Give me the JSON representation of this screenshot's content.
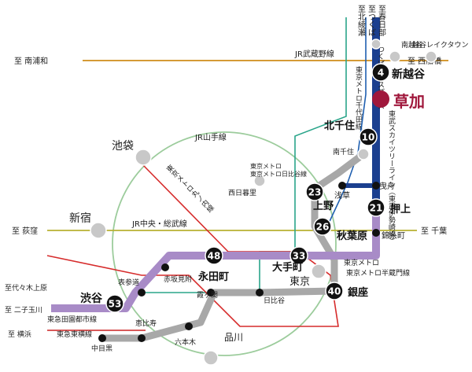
{
  "lines": {
    "yamanote": {
      "label": "JR山手線",
      "color": "#9ccc9c"
    },
    "musashino": {
      "label": "JR武蔵野線",
      "color": "#d59a36"
    },
    "chuo_sobu": {
      "label": "JR中央・総武線",
      "color": "#b8b033"
    },
    "tobu_skytree": {
      "label": "東武スカイツリーライン（東武伊勢崎線）",
      "color": "#1b3f8f"
    },
    "tsukuba_express": {
      "label": "つくばエクスプレス",
      "color": "#1f5fb0"
    },
    "chiyoda": {
      "label": "東京メトロ千代田線",
      "color": "#2aa58a"
    },
    "hibiya": {
      "label": "東京メトロ日比谷線",
      "color": "#a8a8a8"
    },
    "marunouchi": {
      "label": "東京メトロ丸ノ内線",
      "color": "#d62b2b"
    },
    "hanzomon": {
      "label": "東京メトロ半蔵門線",
      "color": "#a88bc7"
    },
    "denentoshi": {
      "label": "東急田園都市線"
    },
    "toyoko": {
      "label": "東急東横線"
    }
  },
  "terminals": {
    "kitaayase": "至北綾瀬",
    "tsukuba": "至つくば",
    "kasukabe": "至春日部",
    "minamiurawa": "至 南浦和",
    "nishifunabashi": "至 西船橋",
    "ogikubo": "至 荻窪",
    "chiba": "至 千葉",
    "yoyogiuehara": "至代々木上原",
    "futakotamagawa": "至 二子玉川",
    "yokohama": "至 横浜"
  },
  "main_station": {
    "name": "草加",
    "color": "#a0183c"
  },
  "major_stations": [
    {
      "id": "shinkoshigaya",
      "name": "新越谷",
      "minutes": "4"
    },
    {
      "id": "kitasenju",
      "name": "北千住",
      "minutes": "10"
    },
    {
      "id": "ueno",
      "name": "上野",
      "minutes": "23"
    },
    {
      "id": "oshiage",
      "name": "押上",
      "minutes": "21"
    },
    {
      "id": "akihabara",
      "name": "秋葉原",
      "minutes": "26"
    },
    {
      "id": "nagatacho",
      "name": "永田町",
      "minutes": "48"
    },
    {
      "id": "otemachi",
      "name": "大手町",
      "minutes": "33"
    },
    {
      "id": "ginza",
      "name": "銀座",
      "minutes": "40"
    },
    {
      "id": "shibuya",
      "name": "渋谷",
      "minutes": "53"
    }
  ],
  "stations": {
    "minamikoshigaya": "南越谷",
    "koshigayalaketown": "越谷レイクタウン",
    "minamisenju": "南千住",
    "nishinippori": "西日暮里",
    "hibiya_kitasenju_label": "東京メトロ日比谷線",
    "asakusa": "浅草",
    "hikifune": "曳舟",
    "kinshicho": "錦糸町",
    "ikebukuro": "池袋",
    "shinjuku": "新宿",
    "tokyo": "東京",
    "omotesando": "表参道",
    "akasakamitsuke": "赤坂見附",
    "kasumigaseki": "霞ヶ関",
    "hibiya": "日比谷",
    "ebisu": "恵比寿",
    "roppongi": "六本木",
    "nakameguro": "中目黒",
    "shinagawa": "品川"
  }
}
